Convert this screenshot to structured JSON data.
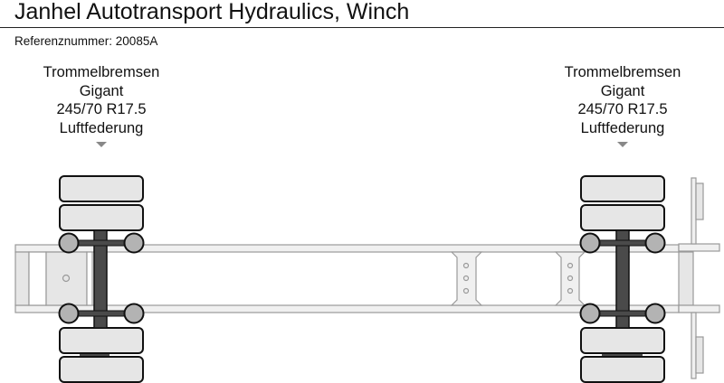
{
  "header": {
    "title": "Janhel Autotransport Hydraulics, Winch",
    "reference": "Referenznummer: 20085A"
  },
  "axles": [
    {
      "brakes": "Trommelbremsen",
      "axle_make": "Gigant",
      "tire_size": "245/70 R17.5",
      "suspension": "Luftfederung"
    },
    {
      "brakes": "Trommelbremsen",
      "axle_make": "Gigant",
      "tire_size": "245/70 R17.5",
      "suspension": "Luftfederung"
    }
  ],
  "colors": {
    "tire_fill": "#e6e6e6",
    "axle_dark": "#4a4a4a",
    "hub_fill": "#b3b3b3",
    "frame_fill": "#f0f0f0",
    "frame_stroke": "#999999",
    "arrow": "#888888"
  }
}
